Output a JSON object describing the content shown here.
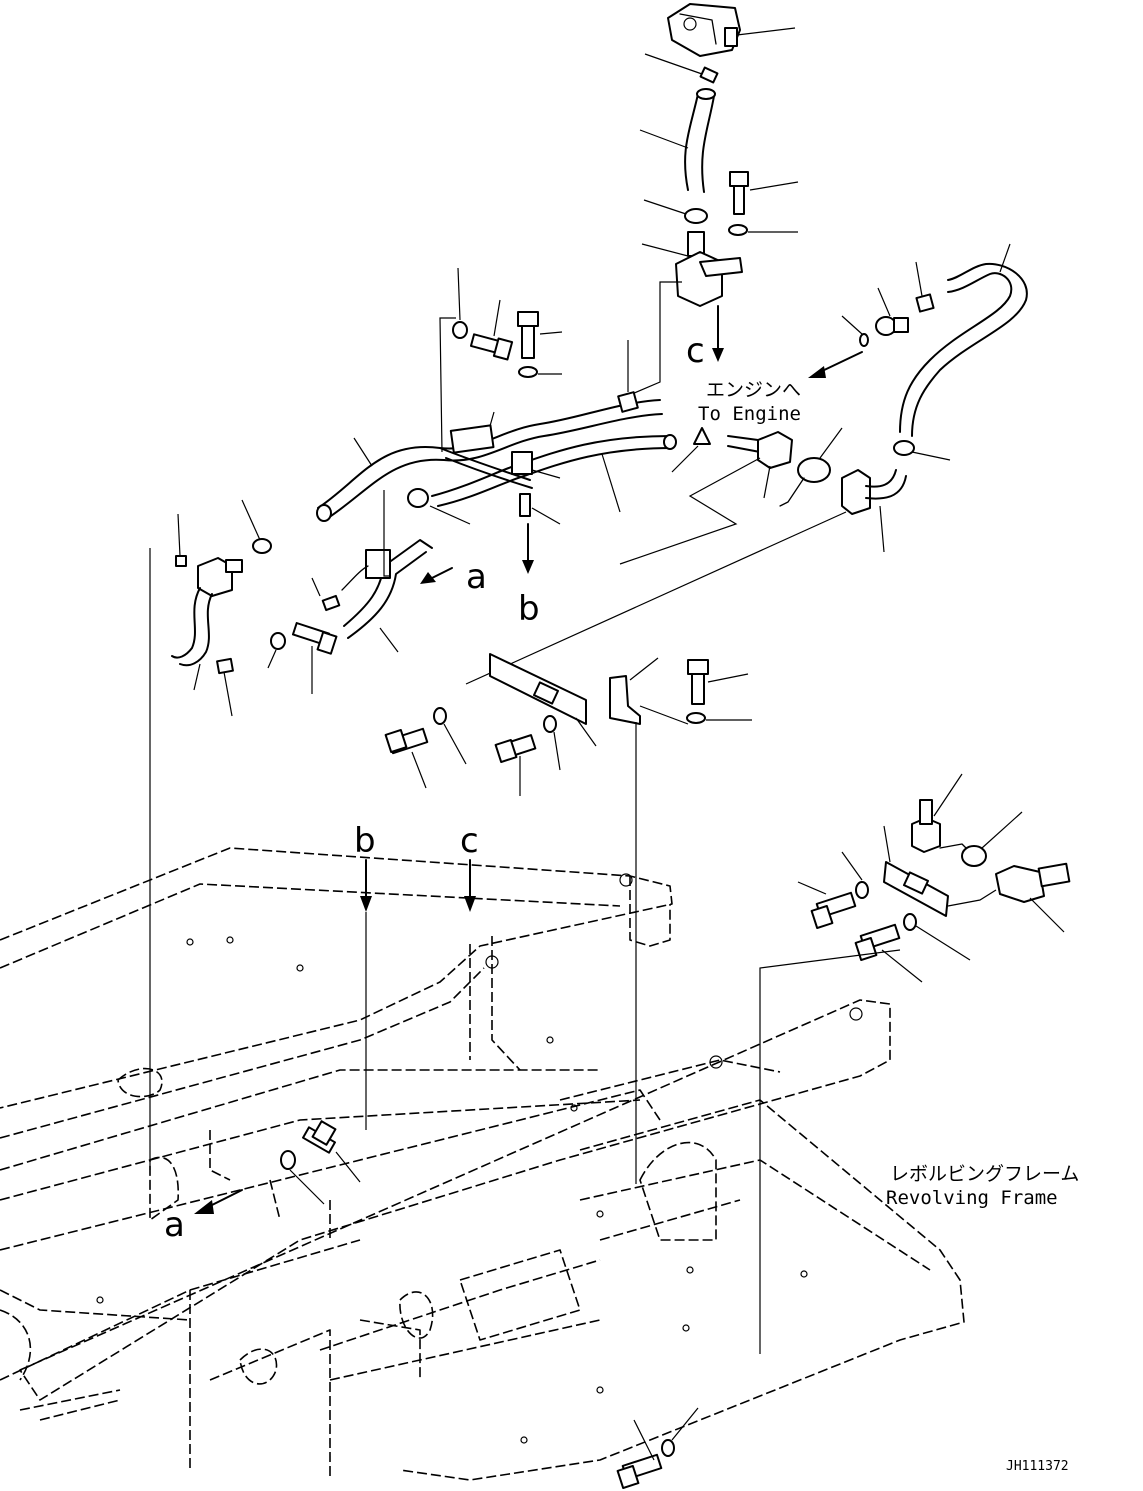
{
  "callouts": {
    "a_view_arrow_top": "a",
    "b_view_arrow_top": "b",
    "c_view_arrow_top": "c",
    "a_view_arrow_bottom": "a",
    "b_view_arrow_bottom": "b",
    "c_view_arrow_bottom": "c"
  },
  "annotations": {
    "engine_jp": "エンジンへ",
    "engine_en": "To Engine",
    "frame_jp": "レボルビングフレーム",
    "frame_en": "Revolving Frame"
  },
  "drawing_number": "JH111372"
}
